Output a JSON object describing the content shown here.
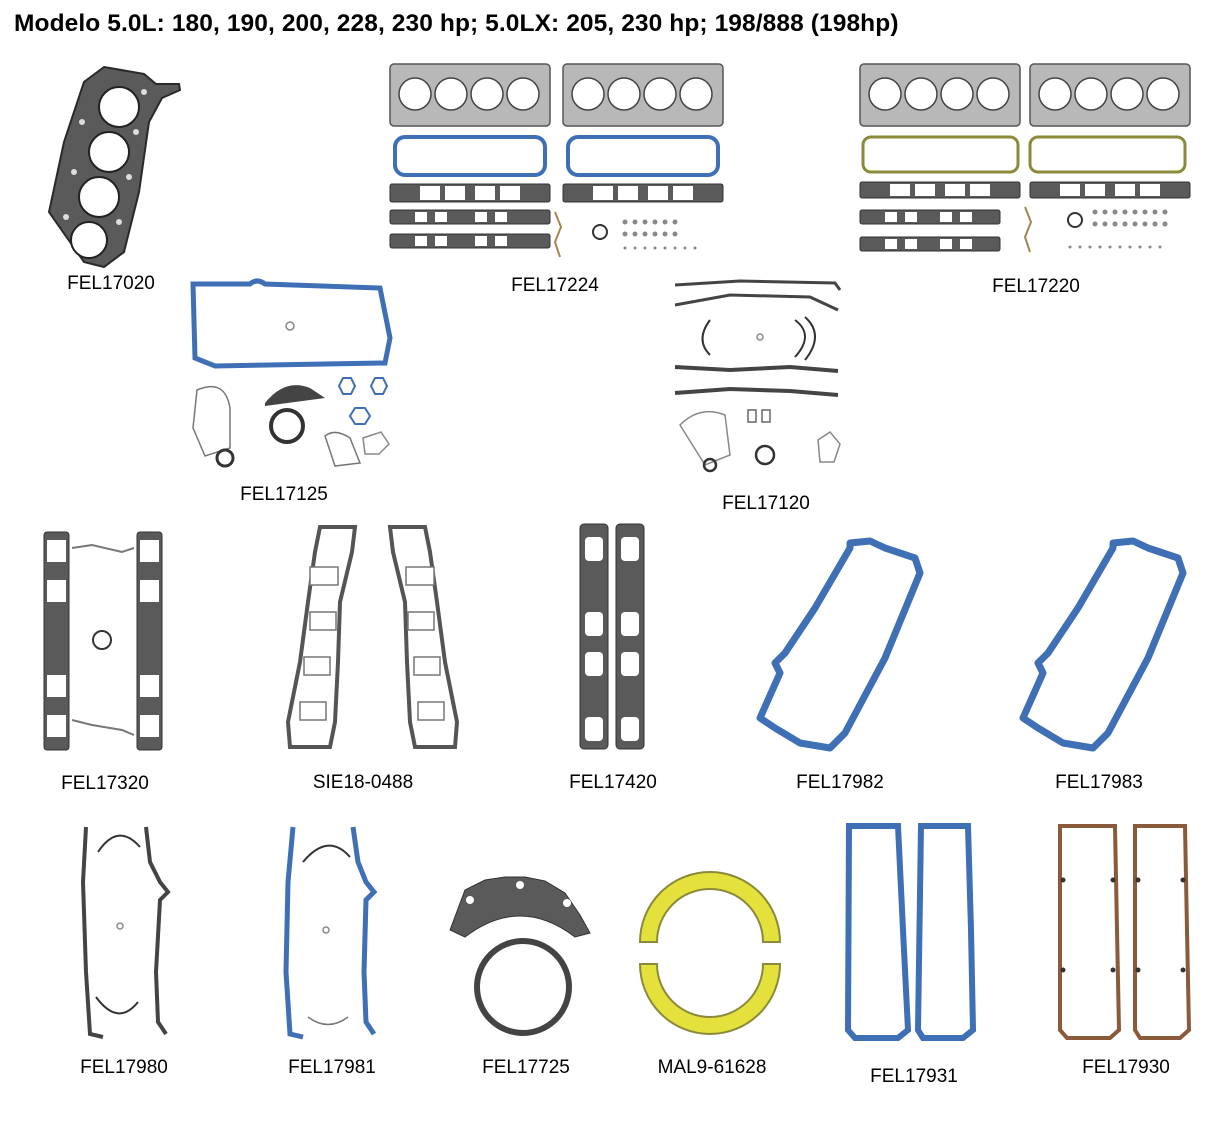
{
  "title": "Modelo 5.0L: 180, 190, 200, 228, 230 hp; 5.0LX: 205, 230 hp; 198/888 (198hp)",
  "colors": {
    "gray_gasket": "#4a4a4a",
    "gray_fill": "#9a9a9a",
    "light_gray": "#c8c8c8",
    "blue_gasket": "#3f6fb5",
    "blue_fill": "#2f5ea8",
    "yellow": "#e4e03c",
    "olive": "#8a8a3a",
    "copper": "#8b5a3a"
  },
  "parts": [
    {
      "code": "FEL17020",
      "name": "head-gasket"
    },
    {
      "code": "FEL17224",
      "name": "full-gasket-set-blue"
    },
    {
      "code": "FEL17220",
      "name": "full-gasket-set-cork"
    },
    {
      "code": "FEL17125",
      "name": "lower-gasket-set"
    },
    {
      "code": "FEL17120",
      "name": "oil-pan-gasket-set"
    },
    {
      "code": "FEL17320",
      "name": "intake-manifold-set"
    },
    {
      "code": "SIE18-0488",
      "name": "intake-gasket-pair"
    },
    {
      "code": "FEL17420",
      "name": "exhaust-gasket-pair"
    },
    {
      "code": "FEL17982",
      "name": "oil-pan-gasket-blue-a"
    },
    {
      "code": "FEL17983",
      "name": "oil-pan-gasket-blue-b"
    },
    {
      "code": "FEL17980",
      "name": "oil-pan-gasket-gray"
    },
    {
      "code": "FEL17981",
      "name": "oil-pan-gasket-blue-rails"
    },
    {
      "code": "FEL17725",
      "name": "rear-main-seal"
    },
    {
      "code": "MAL9-61628",
      "name": "rear-main-seal-yellow"
    },
    {
      "code": "FEL17931",
      "name": "valve-cover-gaskets-blue"
    },
    {
      "code": "FEL17930",
      "name": "valve-cover-gaskets-copper"
    }
  ]
}
